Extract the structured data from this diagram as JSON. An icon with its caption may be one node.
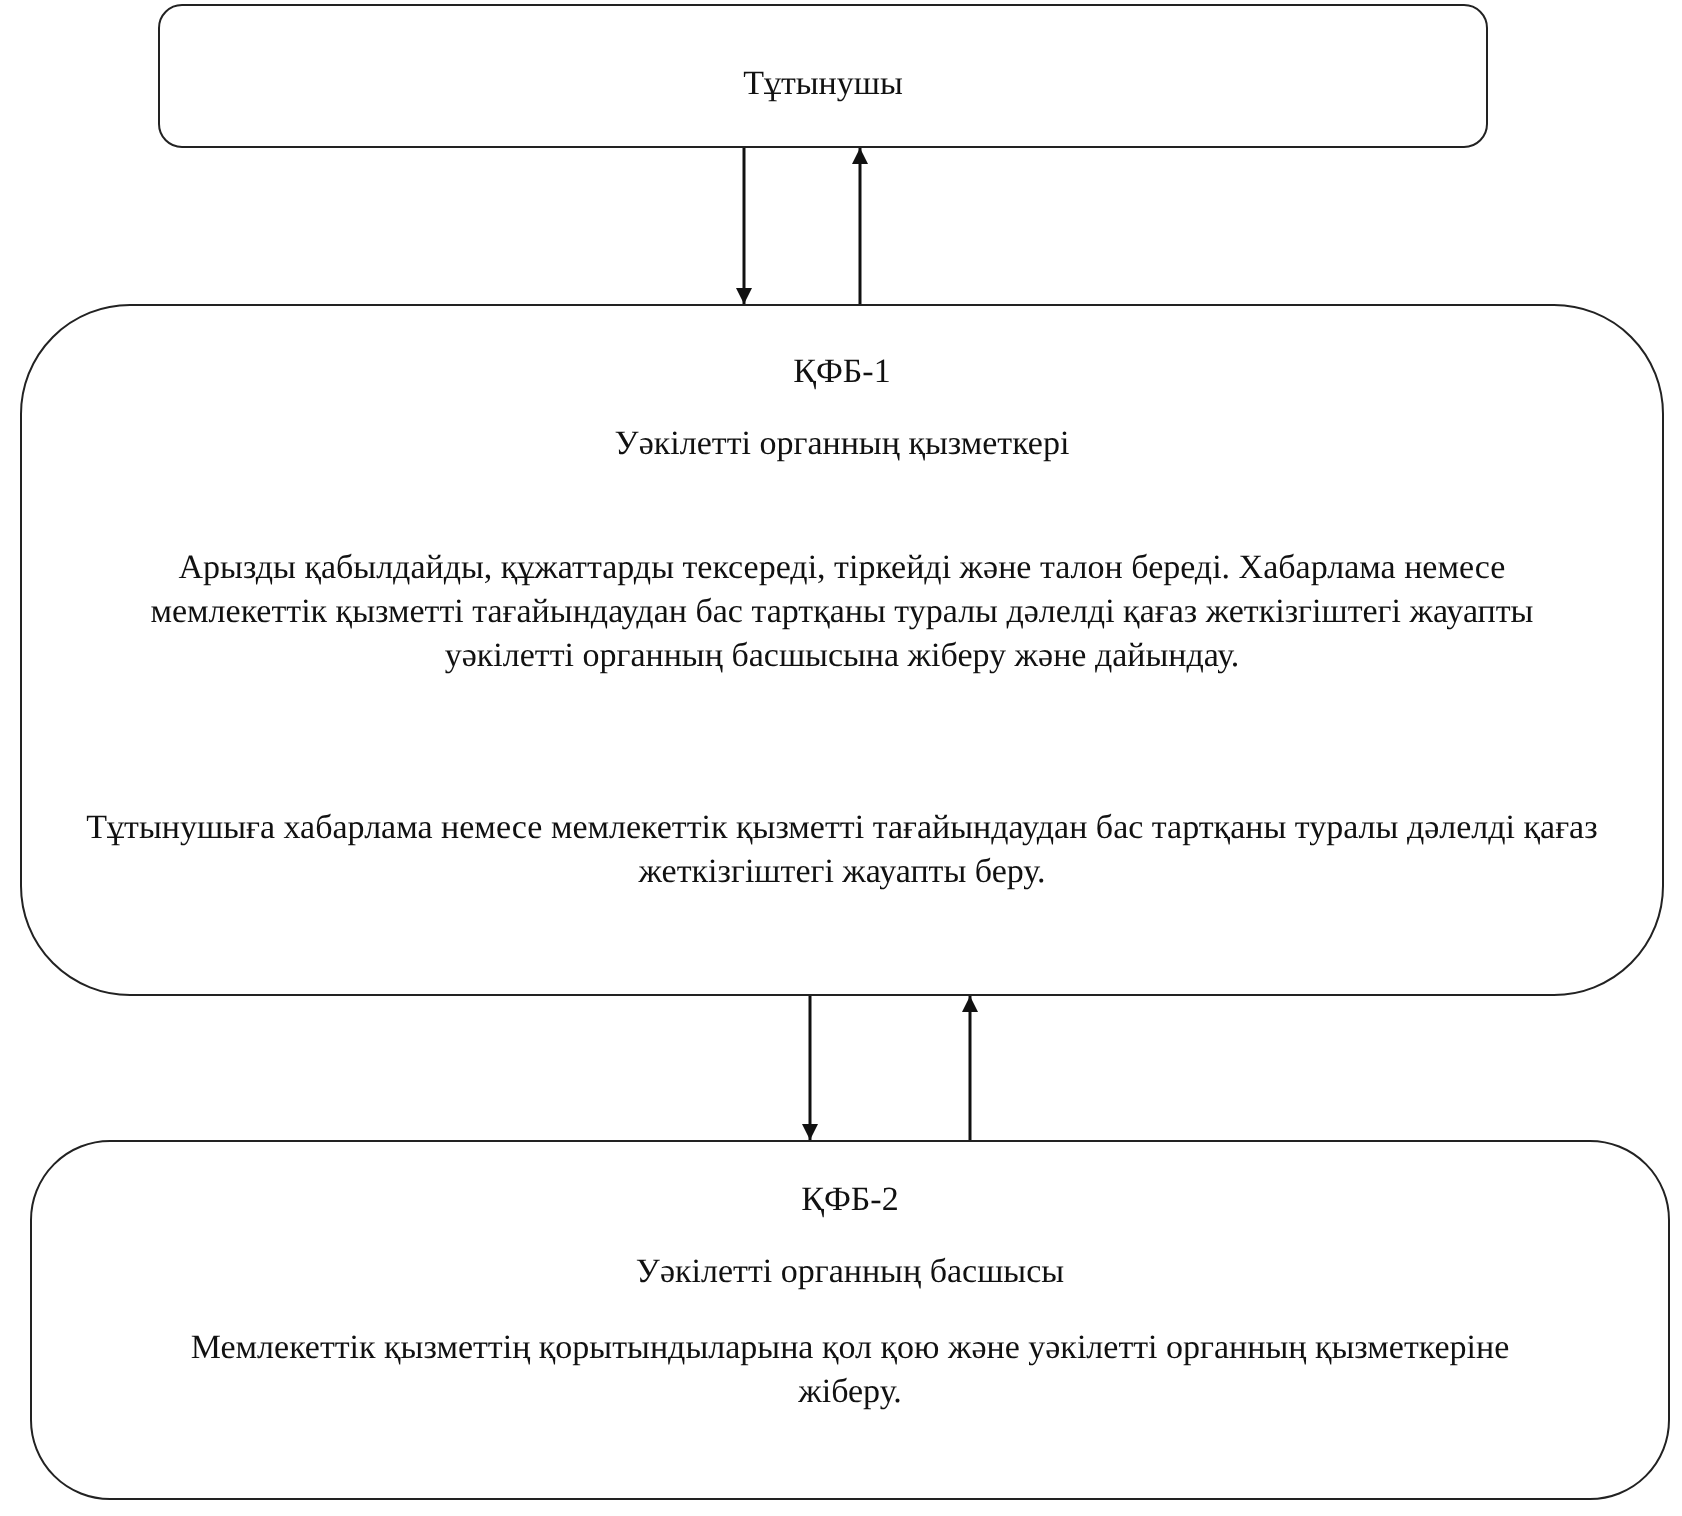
{
  "diagram": {
    "nodes": [
      {
        "text": [
          "Тұтынушы"
        ]
      },
      {
        "text": [
          "ҚФБ-1",
          "Уәкілетті органның қызметкері",
          "Арызды қабылдайды, құжаттарды тексереді, тіркейді және талон береді. Хабарлама немесе мемлекеттік қызметті тағайындаудан бас тартқаны туралы дәлелді қағаз жеткізгіштегі жауапты уәкілетті органның басшысына жіберу және дайындау.",
          "Тұтынушыға хабарлама немесе мемлекеттік қызметті тағайындаудан бас тартқаны туралы дәлелді қағаз жеткізгіштегі жауапты беру."
        ]
      },
      {
        "text": [
          "ҚФБ-2",
          "Уәкілетті органның басшысы",
          "Мемлекеттік қызметтің қорытындыларына қол қою және уәкілетті органның қызметкеріне жіберу."
        ]
      }
    ],
    "edges": [
      {
        "from": 0,
        "to": 1,
        "arrow": "to"
      },
      {
        "from": 1,
        "to": 0,
        "arrow": "to"
      },
      {
        "from": 1,
        "to": 2,
        "arrow": "to"
      },
      {
        "from": 2,
        "to": 1,
        "arrow": "to"
      }
    ]
  }
}
